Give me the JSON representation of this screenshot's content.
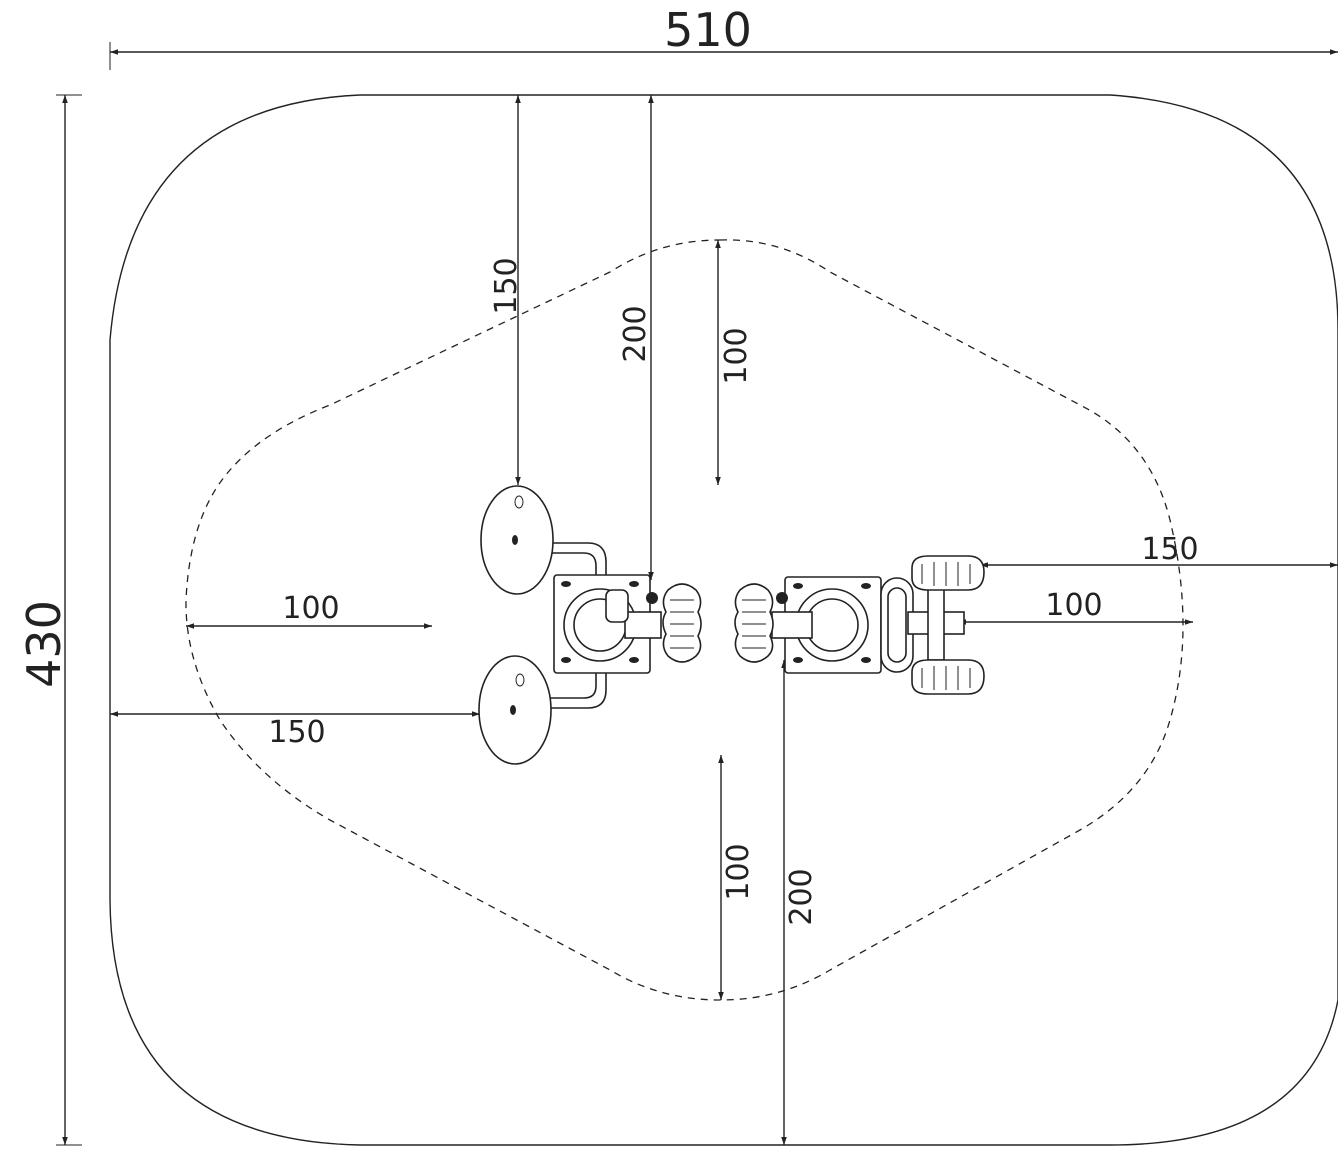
{
  "dimensions": {
    "overall_width": "510",
    "overall_height": "430",
    "top_left_150": "150",
    "top_200": "200",
    "top_zone_100": "100",
    "left_zone_100": "100",
    "left_150": "150",
    "right_150": "150",
    "right_zone_100": "100",
    "bottom_zone_100": "100",
    "bottom_200": "200"
  },
  "colors": {
    "line": "#222222",
    "background": "#ffffff"
  }
}
